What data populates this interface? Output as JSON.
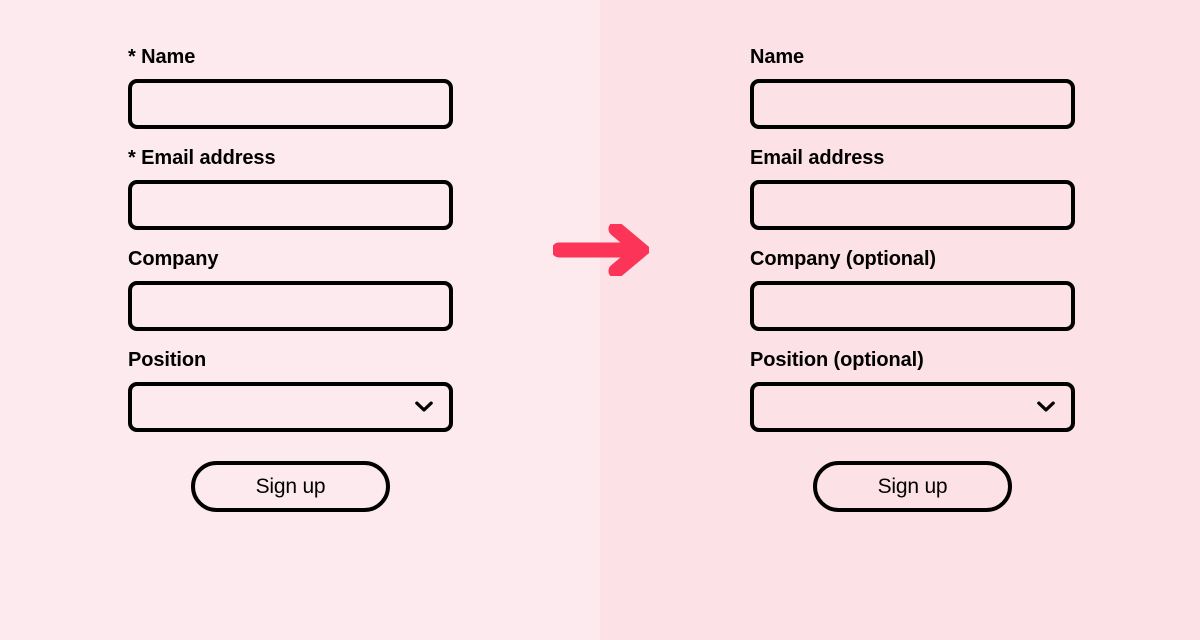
{
  "theme": {
    "before_background": "#fceaef",
    "after_background": "#fce1e6",
    "border_color": "#000000",
    "text_color": "#000000",
    "arrow_color": "#fc3457"
  },
  "arrow": {
    "icon": "arrow-right-icon",
    "color": "#fc3457"
  },
  "before": {
    "fields": [
      {
        "label": "* Name",
        "value": "",
        "placeholder": "",
        "type": "text"
      },
      {
        "label": "* Email address",
        "value": "",
        "placeholder": "",
        "type": "email"
      },
      {
        "label": "Company",
        "value": "",
        "placeholder": "",
        "type": "text"
      },
      {
        "label": "Position",
        "value": "",
        "placeholder": "",
        "type": "select",
        "options": [
          ""
        ],
        "selected": "",
        "chevron_icon": "chevron-down-icon"
      }
    ],
    "submit_label": "Sign up"
  },
  "after": {
    "fields": [
      {
        "label": "Name",
        "value": "",
        "placeholder": "",
        "type": "text"
      },
      {
        "label": "Email address",
        "value": "",
        "placeholder": "",
        "type": "email"
      },
      {
        "label": "Company (optional)",
        "value": "",
        "placeholder": "",
        "type": "text"
      },
      {
        "label": "Position (optional)",
        "value": "",
        "placeholder": "",
        "type": "select",
        "options": [
          ""
        ],
        "selected": "",
        "chevron_icon": "chevron-down-icon"
      }
    ],
    "submit_label": "Sign up"
  }
}
